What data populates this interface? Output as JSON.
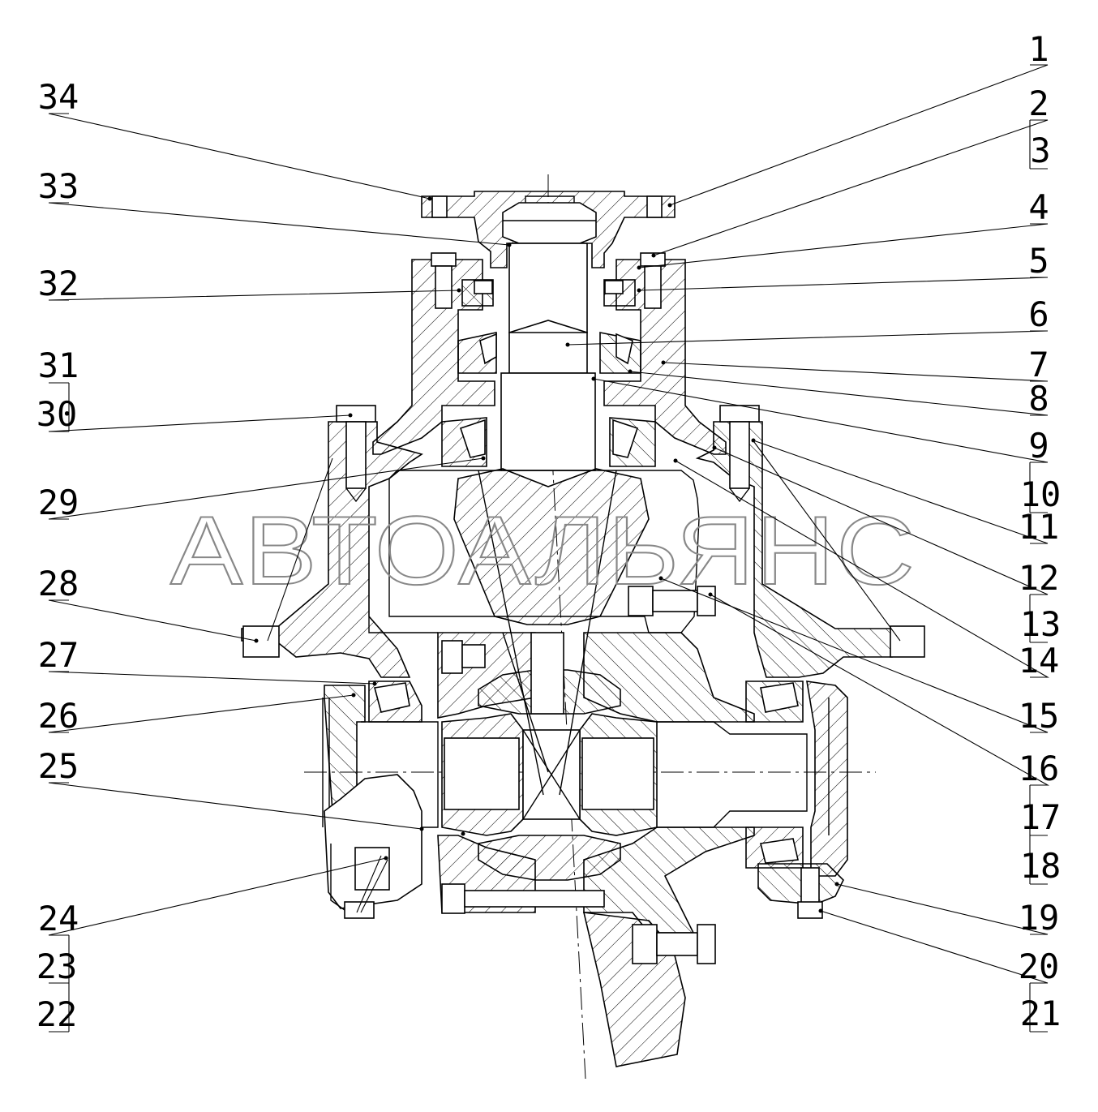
{
  "watermark": "АВТОАЛЬЯНС",
  "callouts": {
    "n1": "1",
    "n2": "2",
    "n3": "3",
    "n4": "4",
    "n5": "5",
    "n6": "6",
    "n7": "7",
    "n8": "8",
    "n9": "9",
    "n10": "10",
    "n11": "11",
    "n12": "12",
    "n13": "13",
    "n14": "14",
    "n15": "15",
    "n16": "16",
    "n17": "17",
    "n18": "18",
    "n19": "19",
    "n20": "20",
    "n21": "21",
    "n22": "22",
    "n23": "23",
    "n24": "24",
    "n25": "25",
    "n26": "26",
    "n27": "27",
    "n28": "28",
    "n29": "29",
    "n30": "30",
    "n31": "31",
    "n32": "32",
    "n33": "33",
    "n34": "34"
  },
  "colors": {
    "line": "#000000",
    "watermark": "#888888",
    "background": "#ffffff"
  }
}
